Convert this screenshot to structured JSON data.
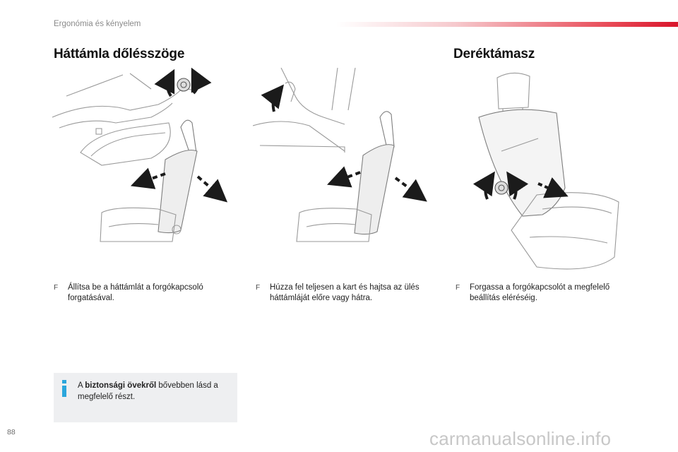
{
  "header": {
    "section": "Ergonómia és kényelem"
  },
  "sections": [
    {
      "title": "Háttámla dőlésszöge"
    },
    {
      "title": "Deréktámasz"
    }
  ],
  "bullets": [
    {
      "marker": "F",
      "text": "Állítsa be a háttámlát a forgókapcsoló forgatásával."
    },
    {
      "marker": "F",
      "text": "Húzza fel teljesen a kart és hajtsa az ülés háttámláját előre vagy hátra."
    },
    {
      "marker": "F",
      "text": "Forgassa a forgókapcsolót a megfelelő beállítás eléréséig."
    }
  ],
  "info": {
    "icon": "info-icon",
    "prefix": "A ",
    "bold": "biztonsági övekről",
    "suffix": " bővebben lásd a megfelelő részt."
  },
  "footer": {
    "page_number": "88",
    "watermark": "carmanualsonline.info"
  },
  "colors": {
    "accent_red": "#d9142a",
    "info_blue": "#2aa6dc",
    "arrow": "#1b1b1b",
    "line_art": "#8d8d8d"
  }
}
